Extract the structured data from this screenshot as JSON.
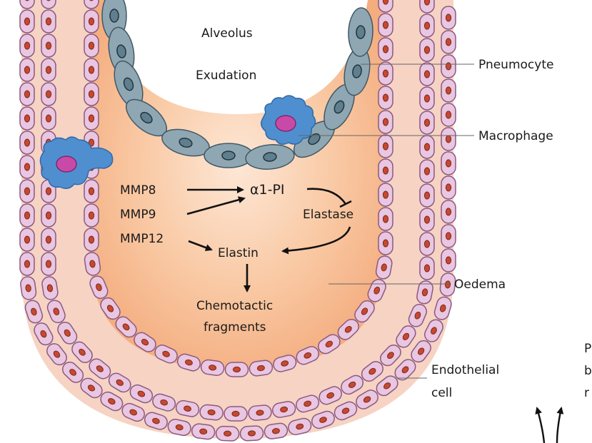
{
  "diagram": {
    "labels": {
      "alveolus": "Alveolus",
      "exudation": "Exudation",
      "pneumocyte": "Pneumocyte",
      "macrophage": "Macrophage",
      "oedema": "Oedema",
      "endothelial_line1": "Endothelial",
      "endothelial_line2": "cell"
    },
    "molecules": {
      "mmp8": "MMP8",
      "mmp9": "MMP9",
      "mmp12": "MMP12",
      "a1pi": "α1-PI",
      "elastase": "Elastase",
      "elastin": "Elastin",
      "chemo_line1": "Chemotactic",
      "chemo_line2": "fragments"
    },
    "cut_text": [
      "P",
      "b",
      "r"
    ],
    "colors": {
      "outer_tissue": "#f6d3c3",
      "inner_space": "#f7b88c",
      "alveolus_fill": "#ffffff",
      "endothelial_cell": "#e9c6e2",
      "endothelial_nucleus": "#c7482f",
      "pneumocyte_cell": "#8fa7b3",
      "pneumocyte_nucleus": "#5f7f8f",
      "macrophage": "#4f8fd0",
      "macrophage_nucleus": "#c84aa8"
    }
  }
}
